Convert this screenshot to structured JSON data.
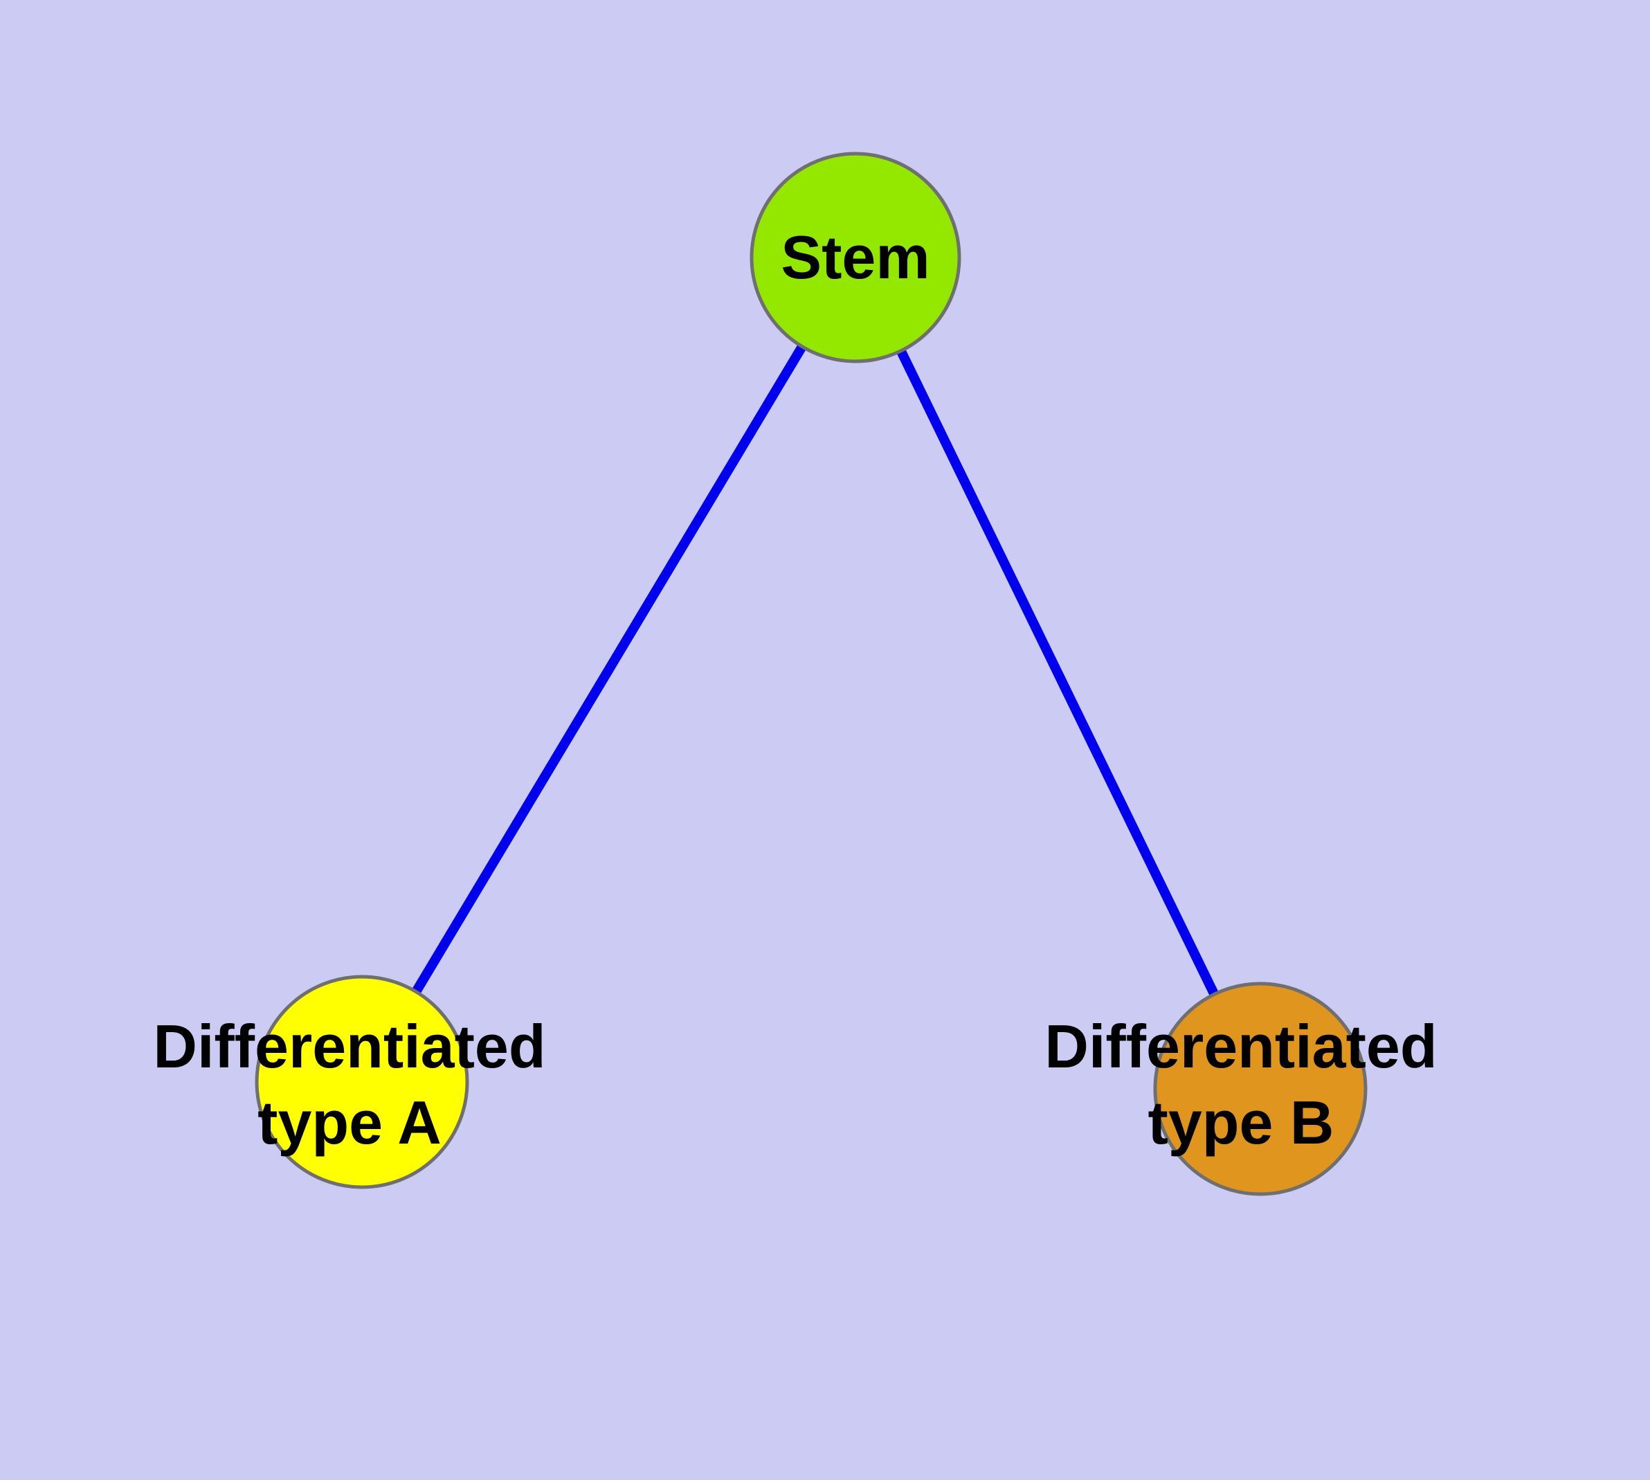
{
  "diagram": {
    "background_color": "#cbcbf4",
    "edge_color": "#0000ee",
    "node_border_color": "#6f6f6f",
    "label_color": "#000000",
    "nodes": [
      {
        "id": "stem",
        "label": "Stem",
        "lines": [
          "Stem"
        ],
        "fill": "#94e800"
      },
      {
        "id": "type-a",
        "label": "Differentiated type A",
        "lines": [
          "Differentiated",
          "type A"
        ],
        "fill": "#ffff00"
      },
      {
        "id": "type-b",
        "label": "Differentiated type B",
        "lines": [
          "Differentiated",
          "type B"
        ],
        "fill": "#e0961e"
      }
    ],
    "edges": [
      {
        "from": "Stem",
        "to": "Differentiated type A"
      },
      {
        "from": "Stem",
        "to": "Differentiated type B"
      }
    ]
  }
}
